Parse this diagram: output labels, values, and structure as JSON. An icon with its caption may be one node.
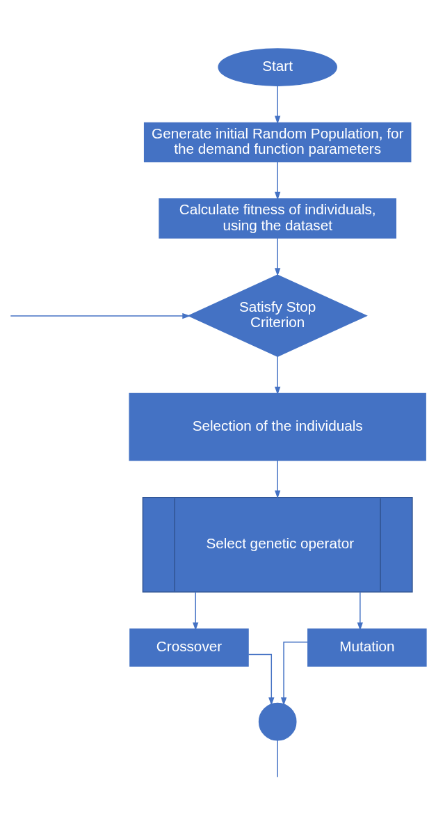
{
  "diagram": {
    "nodes": [
      {
        "text": [
          "Start"
        ]
      },
      {
        "text": [
          "Generate initial Random Population, for the demand function parameters"
        ]
      },
      {
        "text": [
          "Calculate fitness of individuals, using the dataset"
        ]
      },
      {
        "text": [
          "Satisfy Stop Criterion"
        ]
      },
      {
        "text": [
          "Selection of the individuals"
        ]
      },
      {
        "text": [
          "Select genetic operator"
        ]
      },
      {
        "text": [
          "Crossover"
        ]
      },
      {
        "text": [
          "Mutation"
        ]
      },
      {
        "text": [],
        "shape": "circle"
      }
    ],
    "edges": [
      {
        "from": 0,
        "to": 1,
        "arrow": "to"
      },
      {
        "from": 1,
        "to": 2,
        "arrow": "to"
      },
      {
        "from": 2,
        "to": 3,
        "arrow": "to"
      },
      {
        "from": null,
        "to": 3,
        "arrow": "to"
      },
      {
        "from": 3,
        "to": 4,
        "arrow": "to"
      },
      {
        "from": 4,
        "to": 5,
        "arrow": "to"
      },
      {
        "from": 5,
        "to": 6,
        "arrow": "to"
      },
      {
        "from": 5,
        "to": 7,
        "arrow": "to"
      },
      {
        "from": 6,
        "to": 8,
        "arrow": "to"
      },
      {
        "from": 7,
        "to": 8,
        "arrow": "to"
      },
      {
        "from": 8,
        "to": null,
        "arrow": "none"
      }
    ]
  }
}
